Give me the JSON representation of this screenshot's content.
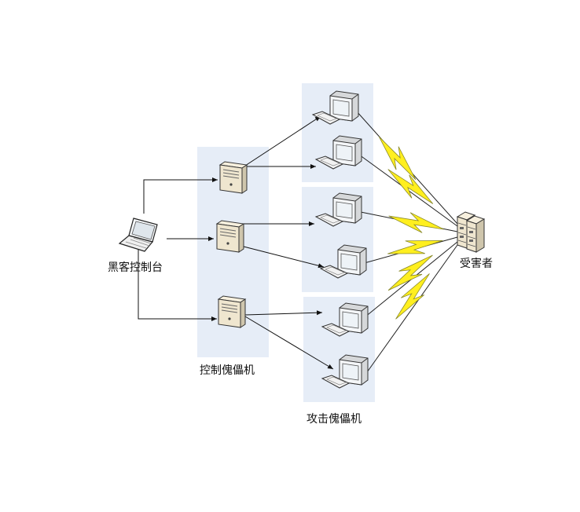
{
  "labels": {
    "hacker_console": "黑客控制台",
    "control_bots": "控制傀儡机",
    "attack_bots": "攻击傀儡机",
    "victim": "受害者"
  },
  "colors": {
    "panel_bg": "#e6edf7",
    "arrow": "#111111",
    "lightning_fill": "#ffef1f",
    "lightning_stroke": "#8a8a2a",
    "server_body": "#efe6cf",
    "monitor_screen": "#eef3f7"
  },
  "icons": {
    "console": "laptop-icon",
    "control_node": "server-tower-icon",
    "attack_node": "desktop-computer-icon",
    "victim": "server-rack-icon",
    "attack_link": "lightning-bolt-icon"
  }
}
